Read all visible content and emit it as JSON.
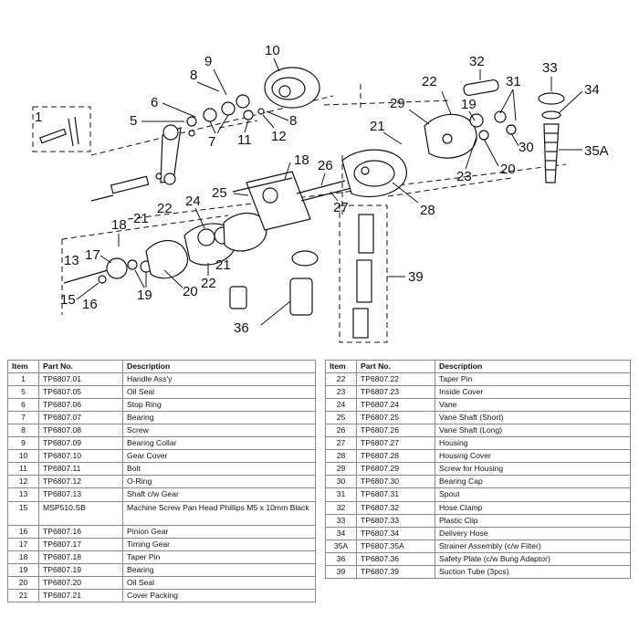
{
  "diagram": {
    "callouts": [
      "1",
      "5",
      "6",
      "7",
      "8",
      "8",
      "9",
      "10",
      "11",
      "12",
      "13",
      "15",
      "16",
      "17",
      "18",
      "18",
      "19",
      "19",
      "20",
      "20",
      "21",
      "21",
      "21",
      "22",
      "22",
      "22",
      "23",
      "24",
      "25",
      "26",
      "27",
      "28",
      "29",
      "30",
      "31",
      "32",
      "33",
      "34",
      "35A",
      "36",
      "39"
    ]
  },
  "table": {
    "headers": {
      "item": "Item",
      "part_no": "Part No.",
      "description": "Description"
    },
    "left_rows": [
      {
        "item": "1",
        "part_no": "TP6807.01",
        "description": "Handle Ass'y"
      },
      {
        "item": "5",
        "part_no": "TP6807.05",
        "description": "Oil Seal"
      },
      {
        "item": "6",
        "part_no": "TP6807.06",
        "description": "Stop Ring"
      },
      {
        "item": "7",
        "part_no": "TP6807.07",
        "description": "Bearing"
      },
      {
        "item": "8",
        "part_no": "TP6807.08",
        "description": "Screw"
      },
      {
        "item": "9",
        "part_no": "TP6807.09",
        "description": "Bearing Collar"
      },
      {
        "item": "10",
        "part_no": "TP6807.10",
        "description": "Gear Cover"
      },
      {
        "item": "11",
        "part_no": "TP6807.11",
        "description": "Bolt"
      },
      {
        "item": "12",
        "part_no": "TP6807.12",
        "description": "O-Ring"
      },
      {
        "item": "13",
        "part_no": "TP6807.13",
        "description": "Shaft c/w Gear"
      },
      {
        "item": "15",
        "part_no": "MSP510.SB",
        "description": "Machine Screw Pan Head Phillips M5 x 10mm Black"
      },
      {
        "item": "16",
        "part_no": "TP6807.16",
        "description": "Pinion Gear"
      },
      {
        "item": "17",
        "part_no": "TP6807.17",
        "description": "Timing Gear"
      },
      {
        "item": "18",
        "part_no": "TP6807.18",
        "description": "Taper Pin"
      },
      {
        "item": "19",
        "part_no": "TP6807.19",
        "description": "Bearing"
      },
      {
        "item": "20",
        "part_no": "TP6807.20",
        "description": "Oil Seal"
      },
      {
        "item": "21",
        "part_no": "TP6807.21",
        "description": "Cover Packing"
      }
    ],
    "right_rows": [
      {
        "item": "22",
        "part_no": "TP6807.22",
        "description": "Taper Pin"
      },
      {
        "item": "23",
        "part_no": "TP6807.23",
        "description": "Inside Cover"
      },
      {
        "item": "24",
        "part_no": "TP6807.24",
        "description": "Vane"
      },
      {
        "item": "25",
        "part_no": "TP6807.25",
        "description": "Vane Shaft (Short)"
      },
      {
        "item": "26",
        "part_no": "TP6807.26",
        "description": "Vane Shaft (Long)"
      },
      {
        "item": "27",
        "part_no": "TP6807.27",
        "description": "Housing"
      },
      {
        "item": "28",
        "part_no": "TP6807.28",
        "description": "Housing Cover"
      },
      {
        "item": "29",
        "part_no": "TP6807.29",
        "description": "Screw for Housing"
      },
      {
        "item": "30",
        "part_no": "TP6807.30",
        "description": "Bearing Cap"
      },
      {
        "item": "31",
        "part_no": "TP6807.31",
        "description": "Spout"
      },
      {
        "item": "32",
        "part_no": "TP6807.32",
        "description": "Hose Clamp"
      },
      {
        "item": "33",
        "part_no": "TP6807.33",
        "description": "Plastic Clip"
      },
      {
        "item": "34",
        "part_no": "TP6807.34",
        "description": "Delivery Hose"
      },
      {
        "item": "35A",
        "part_no": "TP6807.35A",
        "description": "Strainer Assembly (c/w Filter)"
      },
      {
        "item": "36",
        "part_no": "TP6807.36",
        "description": "Safety Plate (c/w Bung Adaptor)"
      },
      {
        "item": "39",
        "part_no": "TP6807.39",
        "description": "Suction Tube (3pcs)"
      }
    ]
  }
}
